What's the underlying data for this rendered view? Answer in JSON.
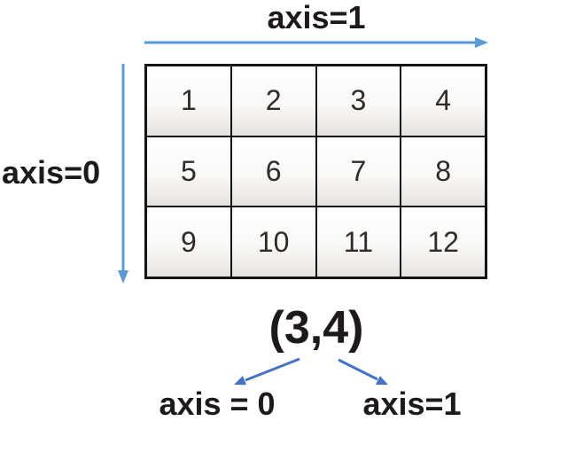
{
  "labels": {
    "top_axis": "axis=1",
    "left_axis": "axis=0",
    "shape_tuple": "(3,4)",
    "branch_axis0": "axis = 0",
    "branch_axis1": "axis=1"
  },
  "matrix": {
    "rows": 3,
    "cols": 4,
    "cells": [
      "1",
      "2",
      "3",
      "4",
      "5",
      "6",
      "7",
      "8",
      "9",
      "10",
      "11",
      "12"
    ]
  },
  "colors": {
    "long_arrow_blue": "#5b9bd5",
    "short_arrow_blue": "#4472c4",
    "text_color": "#1d1a19",
    "grid_border": "#141414",
    "cell_shade": "#e5e3e0",
    "digit_color": "#2e2b29"
  }
}
